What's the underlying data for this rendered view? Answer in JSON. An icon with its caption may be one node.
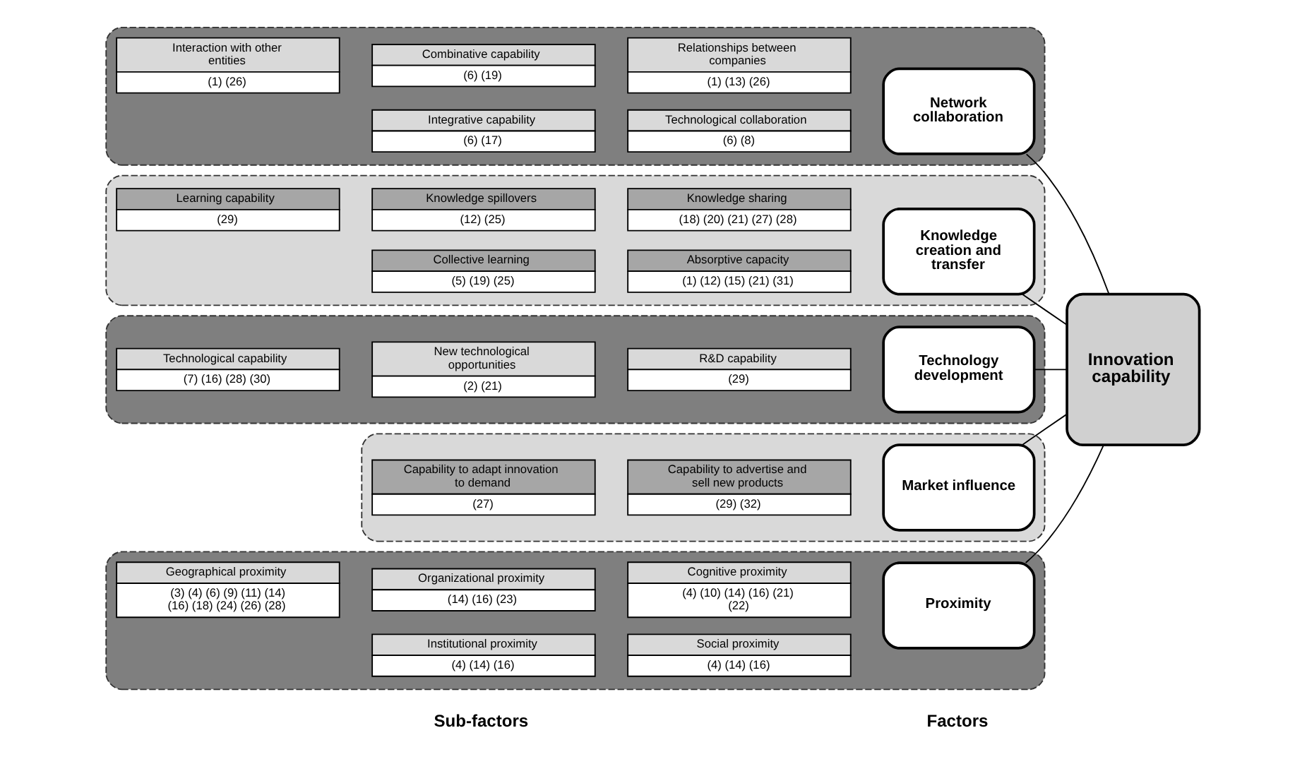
{
  "diagram": {
    "nodes": [
      {
        "text": [],
        "shape": "band"
      },
      {
        "text": [
          "Interaction with other entities",
          "(1) (26)"
        ],
        "in": 0
      },
      {
        "text": [
          "Combinative capability",
          "(6) (19)"
        ],
        "in": 0
      },
      {
        "text": [
          "Relationships between companies",
          "(1) (13) (26)"
        ],
        "in": 0
      },
      {
        "text": [
          "Integrative capability",
          "(6) (17)"
        ],
        "in": 0
      },
      {
        "text": [
          "Technological collaboration",
          "(6) (8)"
        ],
        "in": 0
      },
      {
        "text": [
          "Network collaboration"
        ],
        "in": 0
      },
      {
        "text": [],
        "shape": "band"
      },
      {
        "text": [
          "Learning capability",
          "(29)"
        ],
        "in": 7
      },
      {
        "text": [
          "Knowledge spillovers",
          "(12) (25)"
        ],
        "in": 7
      },
      {
        "text": [
          "Knowledge sharing",
          "(18) (20) (21) (27) (28)"
        ],
        "in": 7
      },
      {
        "text": [
          "Collective learning",
          "(5) (19) (25)"
        ],
        "in": 7
      },
      {
        "text": [
          "Absorptive capacity",
          "(1) (12) (15) (21) (31)"
        ],
        "in": 7
      },
      {
        "text": [
          "Knowledge creation and transfer"
        ],
        "in": 7
      },
      {
        "text": [],
        "shape": "band"
      },
      {
        "text": [
          "Technological capability",
          "(7) (16) (28) (30)"
        ],
        "in": 14
      },
      {
        "text": [
          "New technological opportunities",
          "(2) (21)"
        ],
        "in": 14
      },
      {
        "text": [
          "R&D capability",
          "(29)"
        ],
        "in": 14
      },
      {
        "text": [
          "Technology development"
        ],
        "in": 14
      },
      {
        "text": [],
        "shape": "band"
      },
      {
        "text": [
          "Capability to adapt innovation to demand",
          "(27)"
        ],
        "in": 19
      },
      {
        "text": [
          "Capability to advertise and sell new products",
          "(29) (32)"
        ],
        "in": 19
      },
      {
        "text": [
          "Market influence"
        ],
        "in": 19
      },
      {
        "text": [],
        "shape": "band"
      },
      {
        "text": [
          "Geographical proximity",
          "(3) (4) (6) (9) (11) (14) (16) (18) (24) (26) (28)"
        ],
        "in": 23
      },
      {
        "text": [
          "Organizational proximity",
          "(14) (16) (23)"
        ],
        "in": 23
      },
      {
        "text": [
          "Cognitive proximity",
          "(4) (10) (14) (16) (21) (22)"
        ],
        "in": 23
      },
      {
        "text": [
          "Institutional proximity",
          "(4) (14) (16)"
        ],
        "in": 23
      },
      {
        "text": [
          "Social proximity",
          "(4) (14) (16)"
        ],
        "in": 23
      },
      {
        "text": [
          "Proximity"
        ],
        "in": 23
      },
      {
        "text": [
          "Innovation capability"
        ]
      }
    ],
    "edges": [
      {
        "from": 6,
        "to": 30,
        "arrow": "none"
      },
      {
        "from": 13,
        "to": 30,
        "arrow": "none"
      },
      {
        "from": 18,
        "to": 30,
        "arrow": "none"
      },
      {
        "from": 22,
        "to": 30,
        "arrow": "none"
      },
      {
        "from": 29,
        "to": 30,
        "arrow": "none"
      }
    ],
    "labels": [
      "Sub-factors",
      "Factors"
    ]
  }
}
